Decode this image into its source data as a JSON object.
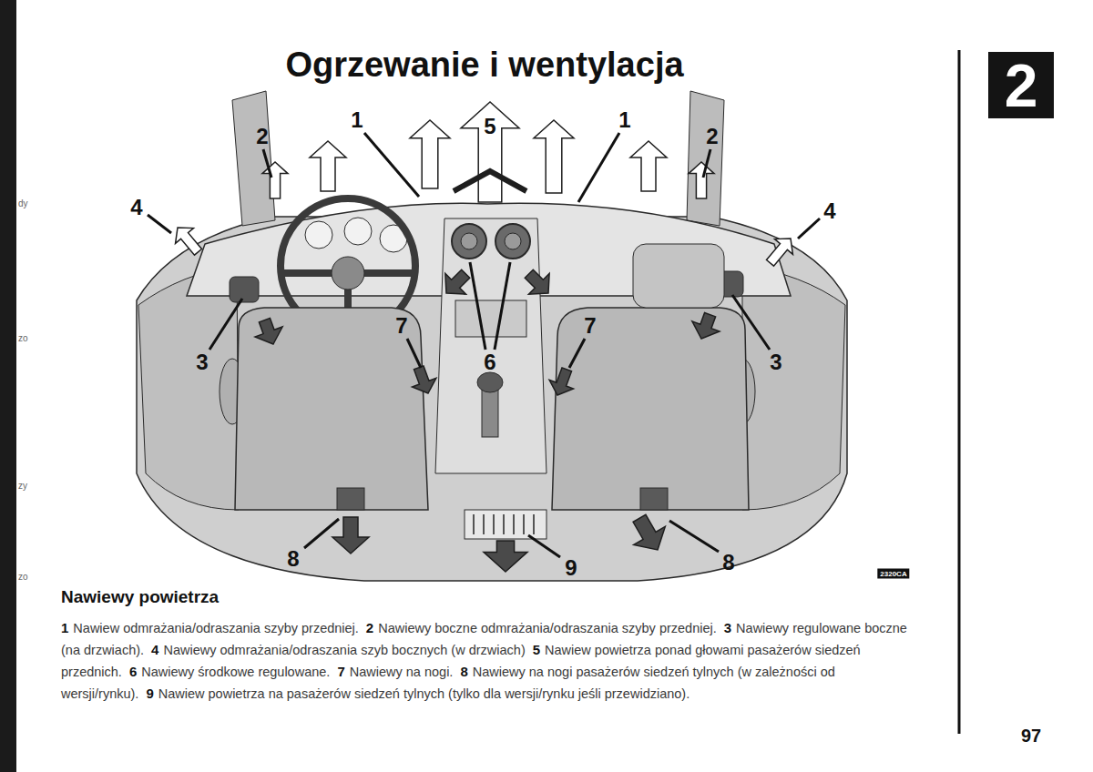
{
  "diagram": {
    "title": "Ogrzewanie i wentylacja",
    "nodes": [
      {
        "text": [
          "2"
        ]
      }
    ],
    "labels": [
      "1",
      "5",
      "1",
      "2",
      "2",
      "4",
      "4",
      "7",
      "7",
      "6",
      "3",
      "3",
      "8",
      "9",
      "8",
      "2320CA",
      "Nawiewy powietrza",
      "1",
      "Nawiew odmrażania/odraszania szyby przedniej.",
      "2",
      "Nawiewy boczne odmrażania/odraszania szyby przedniej.",
      "3",
      "Nawiewy regulowane boczne (na drzwiach).",
      "4",
      "Nawiewy odmrażania/odraszania szyb bocznych (w drzwiach)",
      "5",
      "Nawiew powietrza ponad głowami pasażerów siedzeń przednich.",
      "6",
      "Nawiewy środkowe regulowane.",
      "7",
      "Nawiewy na nogi.",
      "8",
      "Nawiewy na nogi pasażerów siedzeń tylnych (w zależności od wersji/rynku).",
      "9",
      "Nawiew powietrza na pasażerów siedzeń tylnych (tylko dla wersji/rynku jeśli przewidziano).",
      "97",
      "dy",
      "zo",
      "zy",
      "zo"
    ]
  }
}
